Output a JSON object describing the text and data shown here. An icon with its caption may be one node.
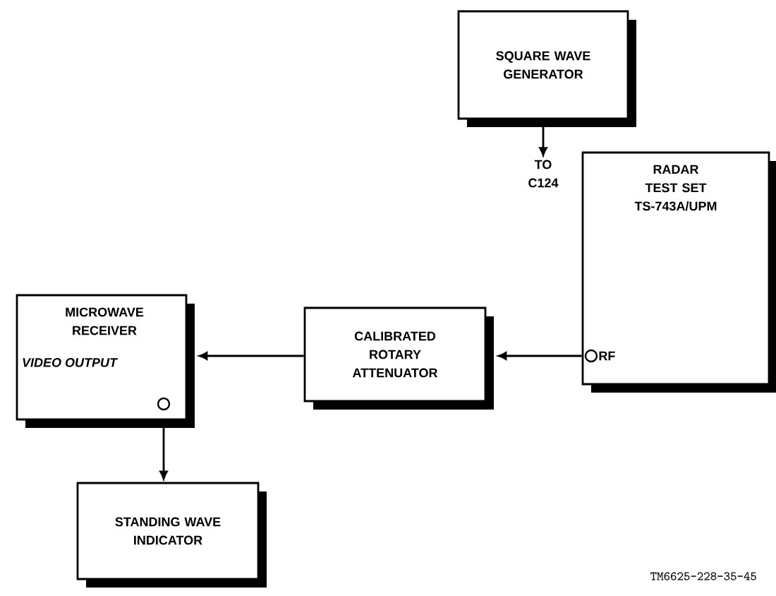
{
  "diagram": {
    "nodes": [
      {
        "text": [
          "SQUARE WAVE GENERATOR"
        ]
      },
      {
        "text": [
          "TO C124"
        ]
      },
      {
        "text": [
          "RADAR TEST SET TS-743A/UPM",
          "RF"
        ]
      },
      {
        "text": [
          "CALIBRATED ROTARY ATTENUATOR"
        ]
      },
      {
        "text": [
          "MICROWAVE RECEIVER",
          "VIDEO OUTPUT"
        ]
      },
      {
        "text": [
          "STANDING WAVE INDICATOR"
        ]
      }
    ],
    "edges": [
      {
        "from": 0,
        "to": 1,
        "arrow": "to"
      },
      {
        "from": 2,
        "to": 3,
        "arrow": "to"
      },
      {
        "from": 3,
        "to": 4,
        "arrow": "to"
      },
      {
        "from": 4,
        "to": 5,
        "arrow": "to"
      }
    ],
    "labels": [
      "TM6625-228-35-45"
    ]
  }
}
